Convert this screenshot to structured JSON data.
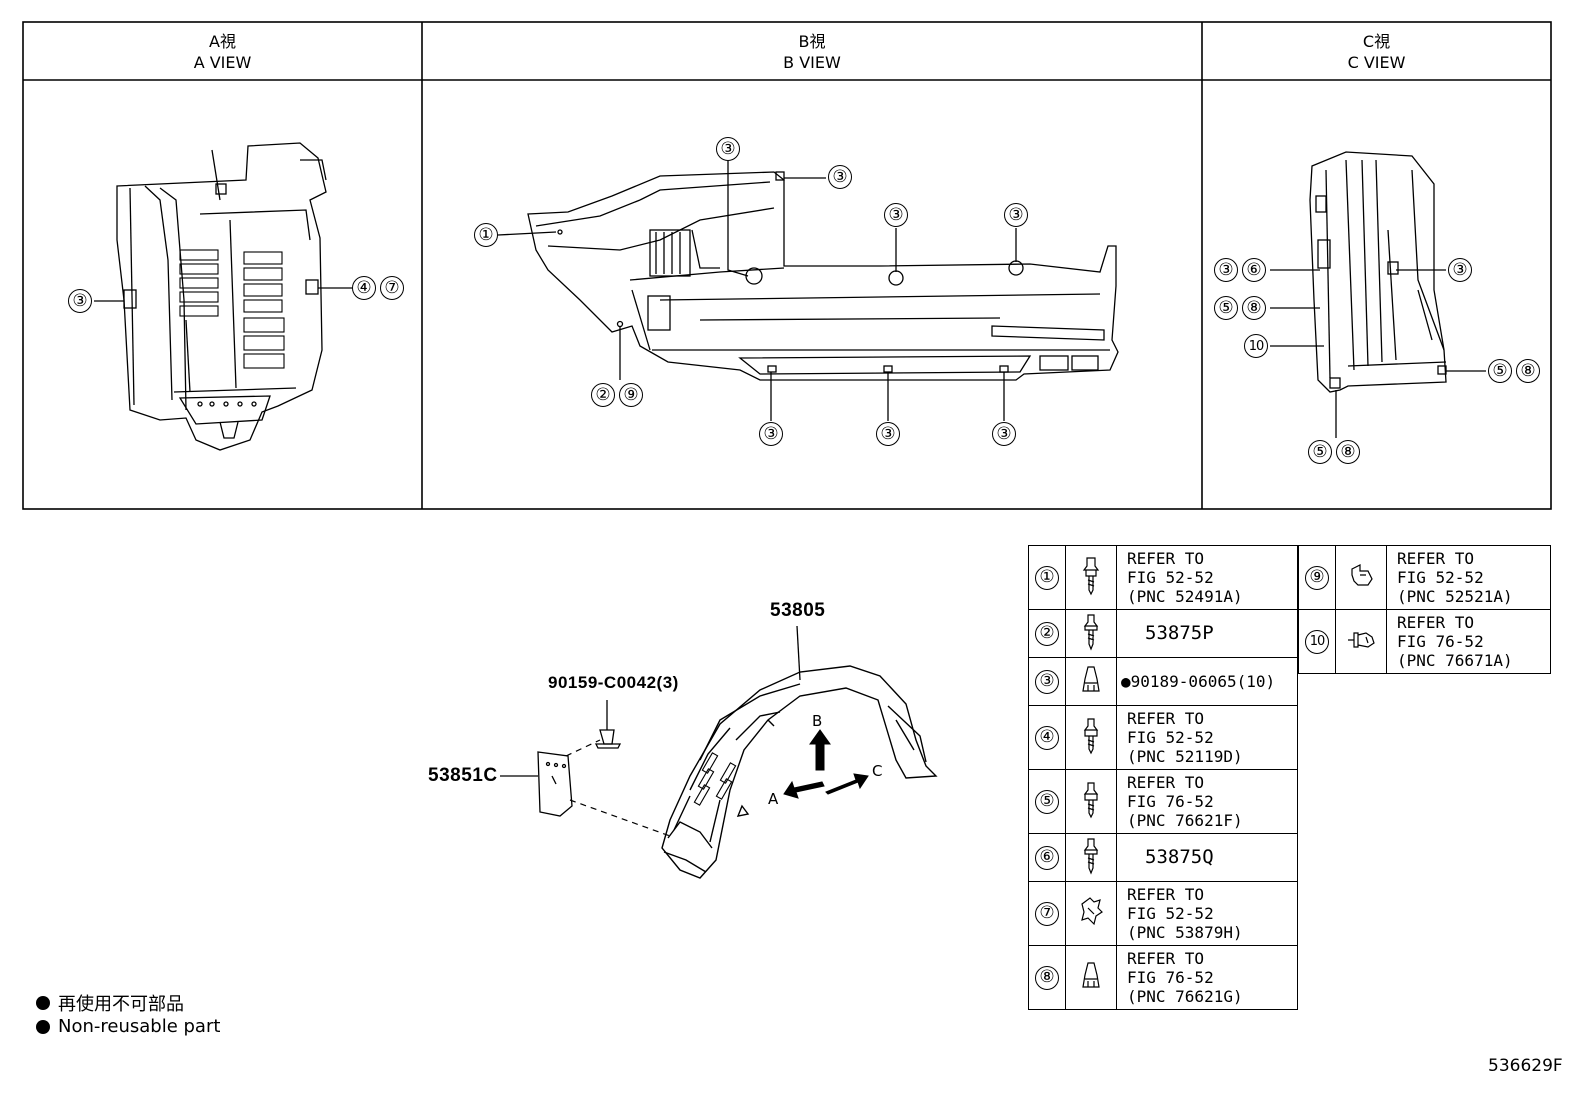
{
  "views": [
    {
      "jp": "A視",
      "en": "A VIEW"
    },
    {
      "jp": "B視",
      "en": "B VIEW"
    },
    {
      "jp": "C視",
      "en": "C VIEW"
    }
  ],
  "parts": {
    "liner": "53805",
    "mudguard": "53851C",
    "screw": "90159-C0042(3)"
  },
  "direction_labels": {
    "a": "A",
    "b": "B",
    "c": "C"
  },
  "legend": [
    {
      "num": "①",
      "text": "REFER TO\nFIG 52-52\n(PNC 52491A)"
    },
    {
      "num": "②",
      "text": "53875P"
    },
    {
      "num": "③",
      "text": "●90189-06065(10)"
    },
    {
      "num": "④",
      "text": "REFER TO\nFIG 52-52\n(PNC 52119D)"
    },
    {
      "num": "⑤",
      "text": "REFER TO\nFIG 76-52\n(PNC 76621F)"
    },
    {
      "num": "⑥",
      "text": "53875Q"
    },
    {
      "num": "⑦",
      "text": "REFER TO\nFIG 52-52\n(PNC 53879H)"
    },
    {
      "num": "⑧",
      "text": "REFER TO\nFIG 76-52\n(PNC 76621G)"
    },
    {
      "num": "⑨",
      "text": "REFER TO\nFIG 52-52\n(PNC 52521A)"
    },
    {
      "num": "10",
      "text": "REFER TO\nFIG 76-52\n(PNC 76671A)"
    }
  ],
  "callouts": {
    "c1": "①",
    "c2": "②",
    "c3": "③",
    "c4": "④",
    "c5": "⑤",
    "c6": "⑥",
    "c7": "⑦",
    "c8": "⑧",
    "c9": "⑨",
    "c10": "10"
  },
  "notes": {
    "jp": "再使用不可部品",
    "en": "Non-reusable part"
  },
  "figure_id": "536629F"
}
